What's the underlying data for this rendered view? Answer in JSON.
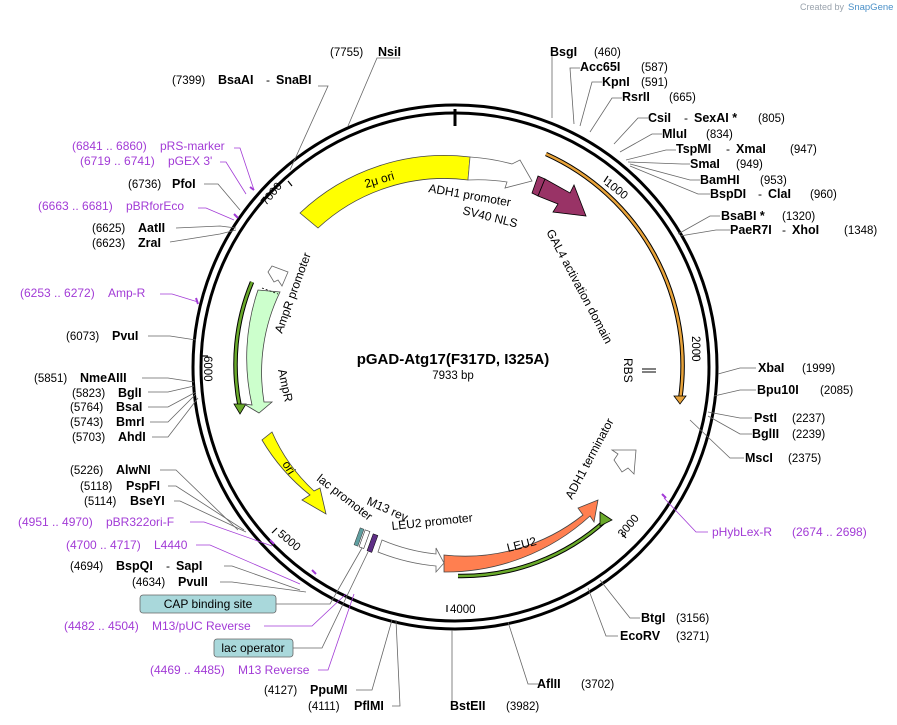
{
  "brand": {
    "prefix": "Created by",
    "name": "SnapGene"
  },
  "plasmid": {
    "name": "pGAD-Atg17(F317D, I325A)",
    "length_label": "7933 bp"
  },
  "ticks": [
    "1000",
    "2000",
    "3000",
    "4000",
    "5000",
    "6000",
    "7000"
  ],
  "features": {
    "two_mu_ori": "2μ ori",
    "adh1_promoter": "ADH1 promoter",
    "sv40_nls": "SV40 NLS",
    "gal4": "GAL4 activation domain",
    "rbs": "RBS",
    "adh1_terminator": "ADH1 terminator",
    "leu2": "LEU2",
    "leu2_promoter": "LEU2 promoter",
    "m13_rev": "M13 rev",
    "lac_promoter": "lac promoter",
    "ori": "ori",
    "ampr": "AmpR",
    "ampr_promoter": "AmpR promoter"
  },
  "sites": [
    {
      "name": "NsiI",
      "pos": "(7755)"
    },
    {
      "name": "BsaAI",
      "extra": "SnaBI",
      "pos": "(7399)"
    },
    {
      "name": "PfoI",
      "pos": "(6736)"
    },
    {
      "name": "AatII",
      "pos": "(6625)"
    },
    {
      "name": "ZraI",
      "pos": "(6623)"
    },
    {
      "name": "PvuI",
      "pos": "(6073)"
    },
    {
      "name": "NmeAIII",
      "pos": "(5851)"
    },
    {
      "name": "BglI",
      "pos": "(5823)"
    },
    {
      "name": "BsaI",
      "pos": "(5764)"
    },
    {
      "name": "BmrI",
      "pos": "(5743)"
    },
    {
      "name": "AhdI",
      "pos": "(5703)"
    },
    {
      "name": "AlwNI",
      "pos": "(5226)"
    },
    {
      "name": "PspFI",
      "pos": "(5118)"
    },
    {
      "name": "BseYI",
      "pos": "(5114)"
    },
    {
      "name": "BspQI",
      "extra": "SapI",
      "pos": "(4694)"
    },
    {
      "name": "PvuII",
      "pos": "(4634)"
    },
    {
      "name": "PpuMI",
      "pos": "(4127)"
    },
    {
      "name": "PflMI",
      "pos": "(4111)"
    },
    {
      "name": "BstEII",
      "pos": "(3982)"
    },
    {
      "name": "AflII",
      "pos": "(3702)"
    },
    {
      "name": "EcoRV",
      "pos": "(3271)"
    },
    {
      "name": "BtgI",
      "pos": "(3156)"
    },
    {
      "name": "MscI",
      "pos": "(2375)"
    },
    {
      "name": "BglII",
      "pos": "(2239)"
    },
    {
      "name": "PstI",
      "pos": "(2237)"
    },
    {
      "name": "Bpu10I",
      "pos": "(2085)"
    },
    {
      "name": "XbaI",
      "pos": "(1999)"
    },
    {
      "name": "PaeR7I",
      "extra": "XhoI",
      "pos": "(1348)"
    },
    {
      "name": "BsaBI *",
      "pos": "(1320)"
    },
    {
      "name": "BspDI",
      "extra": "ClaI",
      "pos": "(960)"
    },
    {
      "name": "BamHI",
      "pos": "(953)"
    },
    {
      "name": "SmaI",
      "pos": "(949)"
    },
    {
      "name": "TspMI",
      "extra": "XmaI",
      "pos": "(947)"
    },
    {
      "name": "MluI",
      "pos": "(834)"
    },
    {
      "name": "CsiI",
      "extra": "SexAI *",
      "pos": "(805)"
    },
    {
      "name": "RsrII",
      "pos": "(665)"
    },
    {
      "name": "KpnI",
      "pos": "(591)"
    },
    {
      "name": "Acc65I",
      "pos": "(587)"
    },
    {
      "name": "BsgI",
      "pos": "(460)"
    }
  ],
  "primers": [
    {
      "range": "(6841 .. 6860)",
      "name": "pRS-marker"
    },
    {
      "range": "(6719 .. 6741)",
      "name": "pGEX 3'"
    },
    {
      "range": "(6663 .. 6681)",
      "name": "pBRforEco"
    },
    {
      "range": "(6253 .. 6272)",
      "name": "Amp-R"
    },
    {
      "range": "(4951 .. 4970)",
      "name": "pBR322ori-F"
    },
    {
      "range": "(4700 .. 4717)",
      "name": "L4440"
    },
    {
      "range": "(4482 .. 4504)",
      "name": "M13/pUC Reverse"
    },
    {
      "range": "(4469 .. 4485)",
      "name": "M13 Reverse"
    },
    {
      "range": "(2674 .. 2698)",
      "name": "pHybLex-R"
    }
  ],
  "boxes": {
    "cap": "CAP binding site",
    "lac_op": "lac operator"
  },
  "colors": {
    "two_mu_ori": "#ffff00",
    "ori": "#ffff00",
    "gal4": "#993366",
    "leu2": "#ff7f50",
    "ampr": "#ccffcc",
    "orf_bar": "#e8a33a",
    "ampr_bar": "#6aaa2b",
    "primer": "#a23bd6",
    "cap_box": "#a9d8db"
  }
}
